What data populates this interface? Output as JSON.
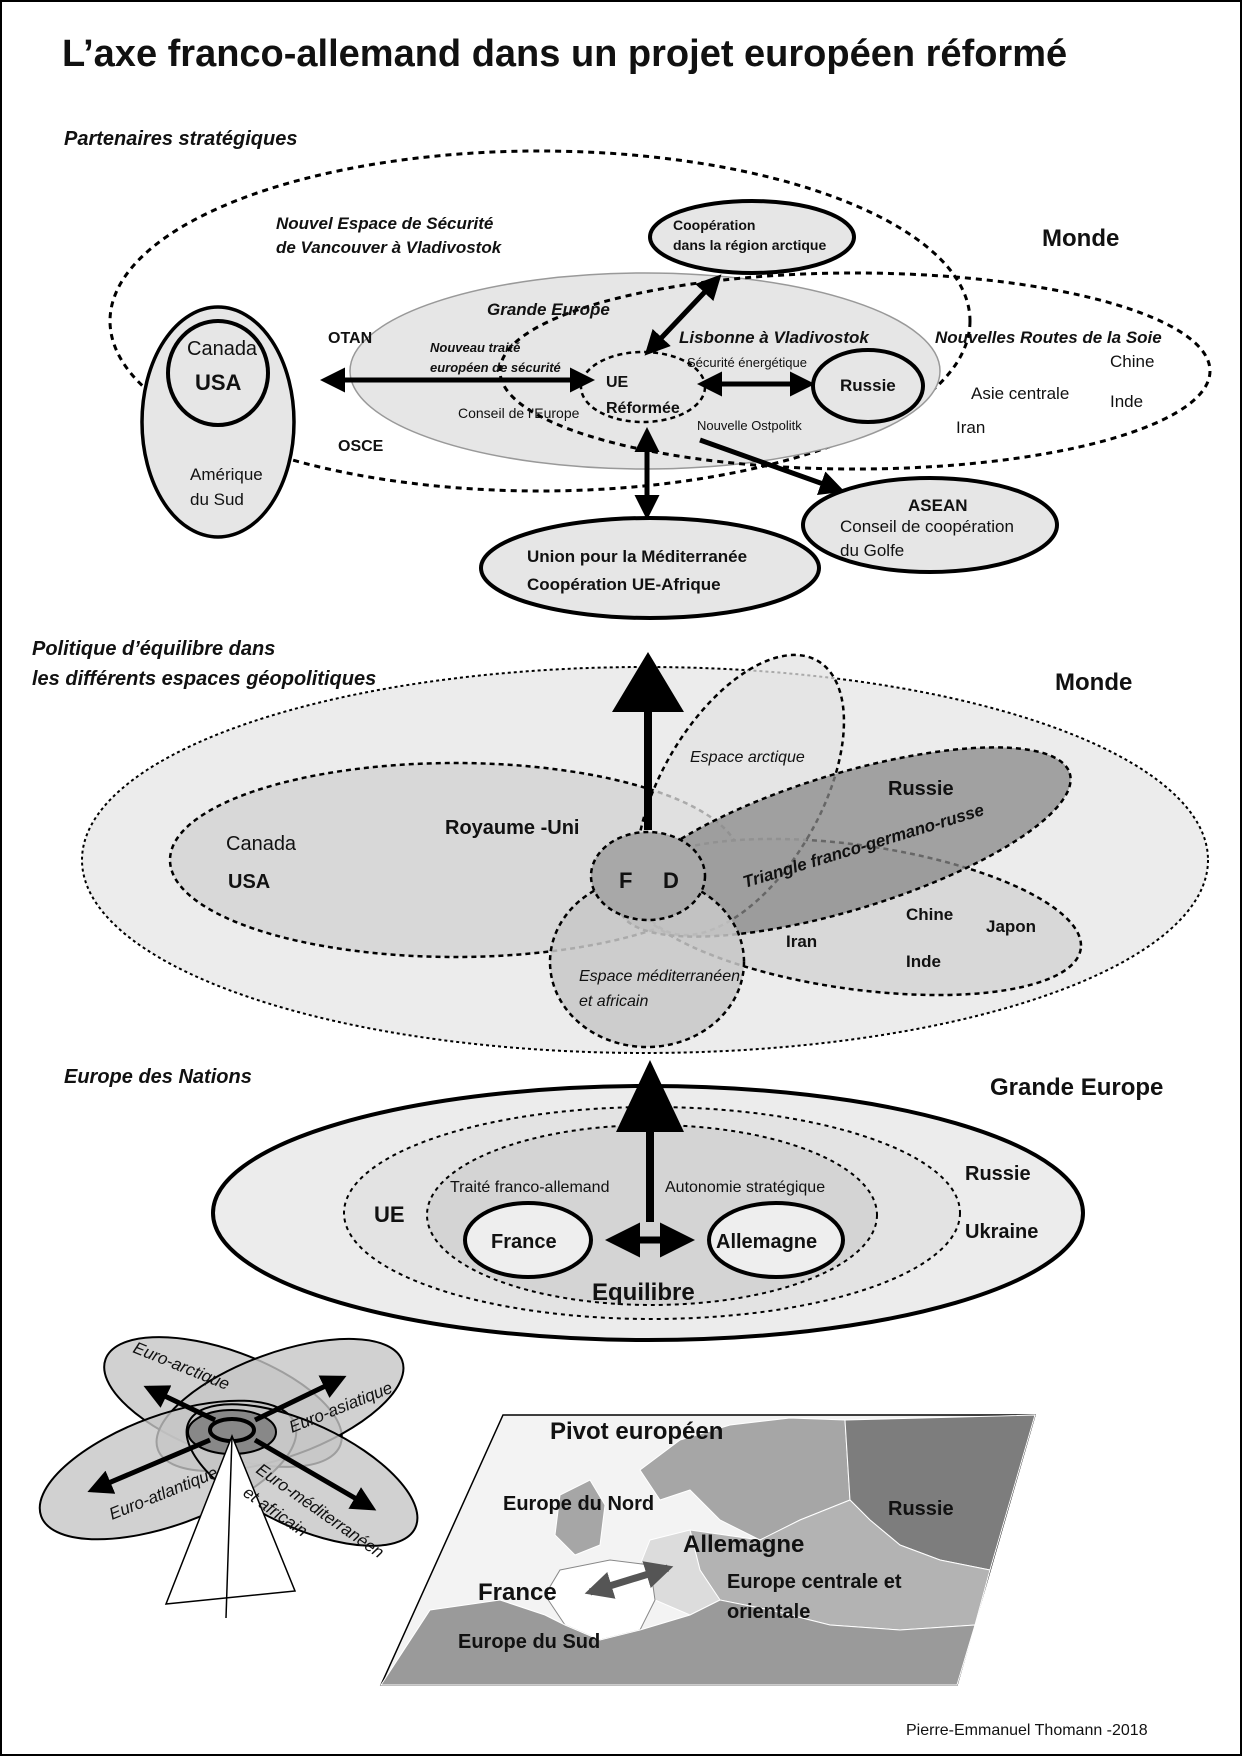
{
  "title": "L’axe franco-allemand dans un projet européen réformé",
  "credit": "Pierre-Emmanuel Thomann -2018",
  "section1": {
    "heading": "Partenaires stratégiques",
    "monde": "Monde",
    "security_space_line1": "Nouvel Espace  de Sécurité",
    "security_space_line2": "de Vancouver à Vladivostok",
    "arctic_line1": "Coopération",
    "arctic_line2": "dans la région arctique",
    "grande_europe": "Grande Europe",
    "lisbonne": "Lisbonne à Vladivostok",
    "silk_roads": "Nouvelles Routes de la Soie",
    "canada": "Canada",
    "usa": "USA",
    "amerique_line1": "Amérique",
    "amerique_line2": "du Sud",
    "otan": "OTAN",
    "osce": "OSCE",
    "treaty_line1": "Nouveau traité",
    "treaty_line2": "européen de sécurité",
    "conseil_europe": "Conseil de l’Europe",
    "ue_line1": "UE",
    "ue_line2": "Réformée",
    "energy": "Sécurité énergétique",
    "ostpolitik": "Nouvelle Ostpolitk",
    "russie": "Russie",
    "chine": "Chine",
    "asie_centrale": "Asie centrale",
    "inde": "Inde",
    "iran": "Iran",
    "asean": "ASEAN",
    "golfe_line1": "Conseil de coopération",
    "golfe_line2": "du Golfe",
    "med_line1": "Union pour la Méditerranée",
    "med_line2": "Coopération UE-Afrique"
  },
  "section2": {
    "heading_line1": "Politique d’équilibre dans",
    "heading_line2": "les différents espaces géopolitiques",
    "monde": "Monde",
    "espace_arctique": "Espace arctique",
    "russie": "Russie",
    "triangle": "Triangle franco-germano-russe",
    "canada": "Canada",
    "usa": "USA",
    "royaume_uni": "Royaume -Uni",
    "f": "F",
    "d": "D",
    "chine": "Chine",
    "japon": "Japon",
    "iran": "Iran",
    "inde": "Inde",
    "med_line1": "Espace méditerranéen",
    "med_line2": "et africain"
  },
  "section3": {
    "heading": "Europe des Nations",
    "grande_europe": "Grande Europe",
    "ue": "UE",
    "traite": "Traité franco-allemand",
    "autonomie": "Autonomie stratégique",
    "france": "France",
    "allemagne": "Allemagne",
    "equilibre": "Equilibre",
    "russie": "Russie",
    "ukraine": "Ukraine"
  },
  "section4": {
    "euro_arctique": "Euro-arctique",
    "euro_asiatique": "Euro-asiatique",
    "euro_atlantique": "Euro-atlantique",
    "euro_med_line1": "Euro-méditerranéen",
    "euro_med_line2": "et africain",
    "map_title": "Pivot européen",
    "europe_nord": "Europe du Nord",
    "russie": "Russie",
    "allemagne": "Allemagne",
    "france": "France",
    "europe_centrale_line1": "Europe centrale et",
    "europe_centrale_line2": "orientale",
    "europe_sud": "Europe du Sud"
  }
}
